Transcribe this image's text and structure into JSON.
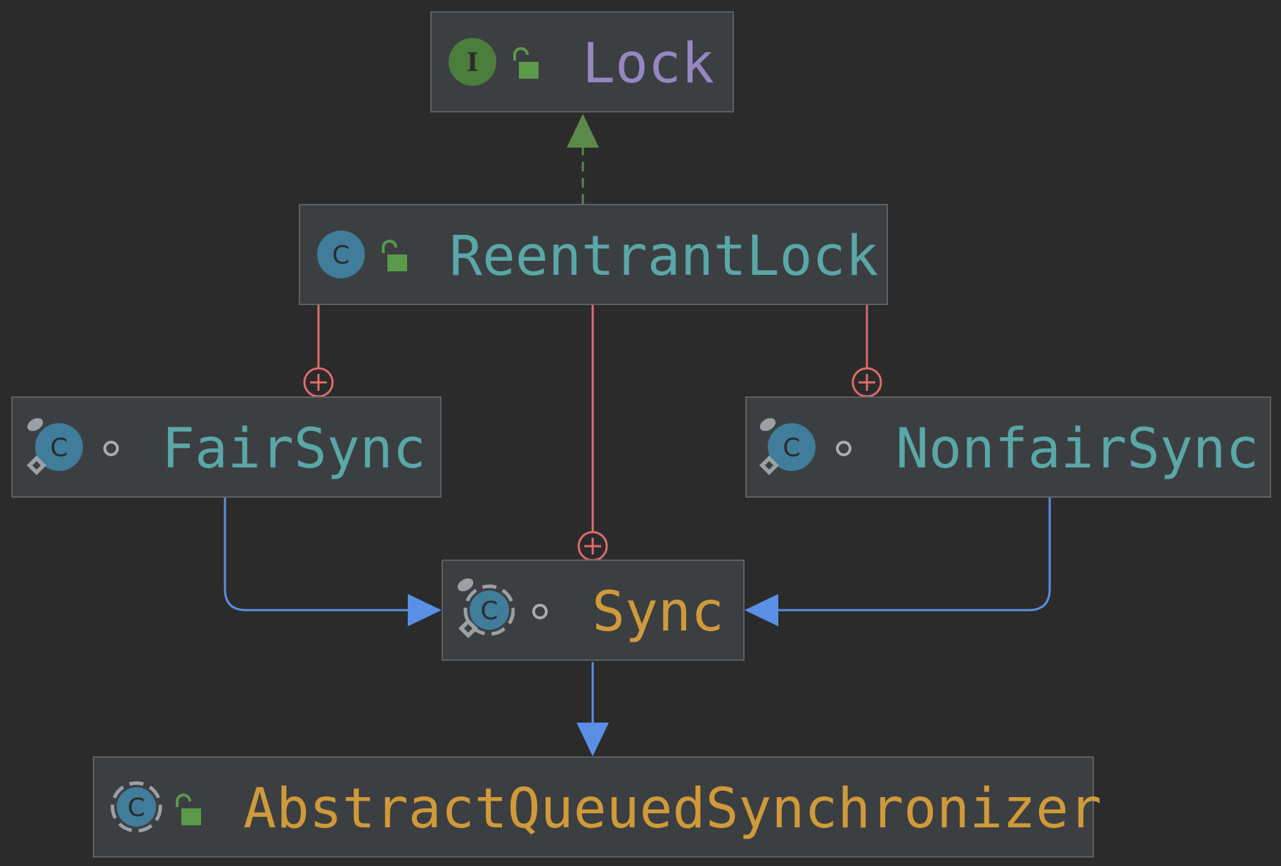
{
  "diagram": {
    "nodes": {
      "lock": {
        "name": "Lock",
        "kind": "interface",
        "visibility": "public"
      },
      "reentrant_lock": {
        "name": "ReentrantLock",
        "kind": "class",
        "visibility": "public"
      },
      "fair_sync": {
        "name": "FairSync",
        "kind": "static-final-inner-class",
        "visibility": "package-private"
      },
      "nonfair_sync": {
        "name": "NonfairSync",
        "kind": "static-final-inner-class",
        "visibility": "package-private"
      },
      "sync": {
        "name": "Sync",
        "kind": "abstract-static-inner-class",
        "visibility": "package-private"
      },
      "aqs": {
        "name": "AbstractQueuedSynchronizer",
        "kind": "abstract-class",
        "visibility": "public"
      }
    },
    "edges": [
      {
        "from": "ReentrantLock",
        "to": "Lock",
        "type": "implements"
      },
      {
        "from": "ReentrantLock",
        "to": "FairSync",
        "type": "inner-class"
      },
      {
        "from": "ReentrantLock",
        "to": "Sync",
        "type": "inner-class"
      },
      {
        "from": "ReentrantLock",
        "to": "NonfairSync",
        "type": "inner-class"
      },
      {
        "from": "FairSync",
        "to": "Sync",
        "type": "extends"
      },
      {
        "from": "NonfairSync",
        "to": "Sync",
        "type": "extends"
      },
      {
        "from": "Sync",
        "to": "AbstractQueuedSynchronizer",
        "type": "extends"
      }
    ],
    "colors": {
      "background": "#2b2b2b",
      "node_fill": "#3c3f41",
      "node_border": "#5e6164",
      "interface_text": "#9587c2",
      "class_text": "#5aa7a7",
      "abstract_text": "#d09a3a",
      "implements_edge": "#5b8a4a",
      "inner_class_edge": "#e06c6c",
      "extends_edge": "#5a8fe6",
      "interface_icon": "#4b7d3c",
      "class_icon": "#3f7d9a",
      "public_icon": "#5a9a48"
    },
    "icons": {
      "interface": "interface-i-icon",
      "class": "class-c-icon",
      "public": "unlocked-padlock-icon",
      "package_private": "small-circle-icon",
      "static": "static-pin-icon",
      "final": "final-diamond-icon"
    }
  }
}
